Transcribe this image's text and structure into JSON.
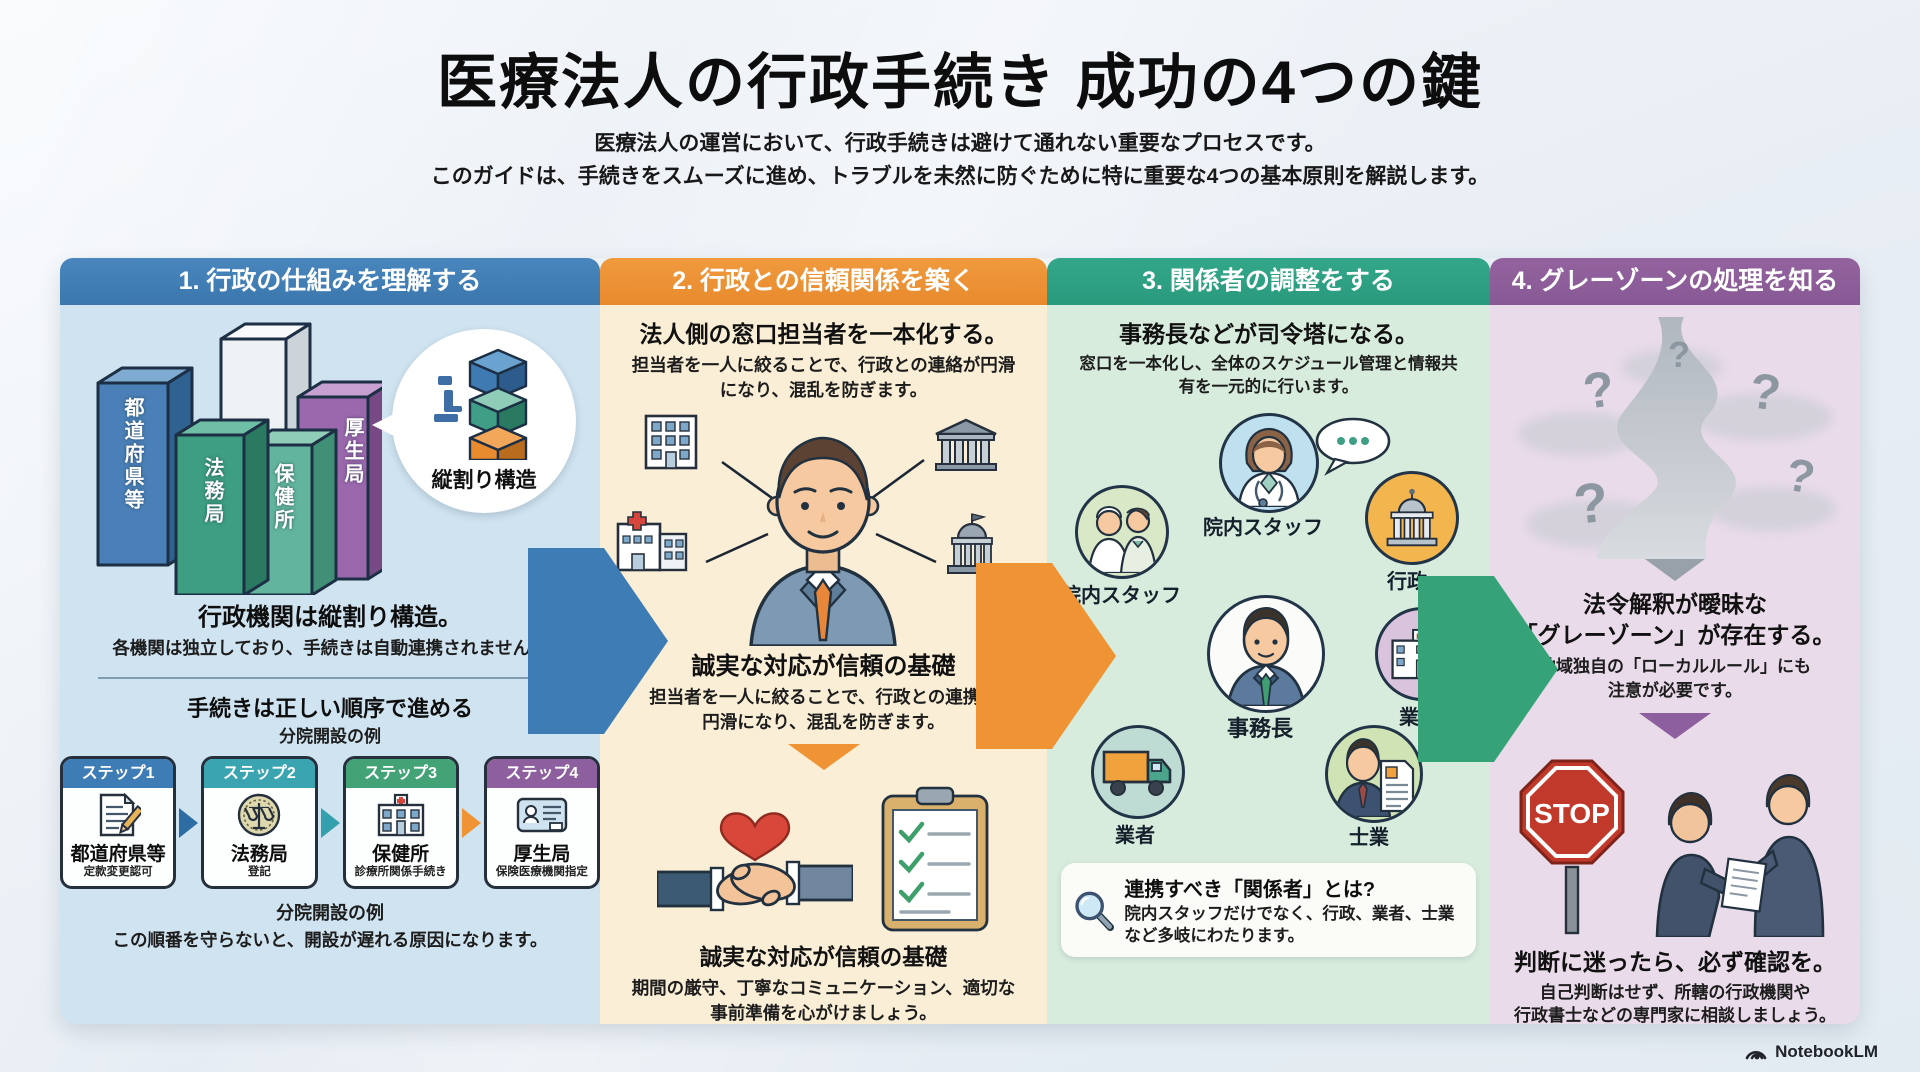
{
  "meta": {
    "brand": "NotebookLM"
  },
  "title": "医療法人の行政手続き 成功の4つの鍵",
  "subtitle": {
    "line1": "医療法人の運営において、行政手続きは避けて通れない重要なプロセスです。",
    "line2": "このガイドは、手続きをスムーズに進め、トラブルを未然に防ぐために特に重要な4つの基本原則を解説します。"
  },
  "colors": {
    "col1_header": "#3e7cb5",
    "col2_header": "#ef9334",
    "col3_header": "#2fa184",
    "col4_header": "#8d5f9e",
    "col1_bg": "#cfe3f0",
    "col2_bg": "#faeed6",
    "col3_bg": "#d8ecdd",
    "col4_bg": "#e9dbea",
    "stop_red": "#c0392b",
    "heart_red": "#d9473a",
    "tie_orange": "#e8873a"
  },
  "icons": {
    "callout_cubes": "stacked-cubes",
    "magnifier": "magnifying-glass",
    "speech_dots": "ellipsis-bubble",
    "stop": "stop-sign",
    "road": "winding-road"
  },
  "columns": [
    {
      "header": "1. 行政の仕組みを理解する",
      "pillars": [
        "都道府県等",
        "法務局",
        "保健所",
        "厚生局"
      ],
      "callout": "縦割り構造",
      "point1_title": "行政機関は縦割り構造。",
      "point1_body": "各機関は独立しており、手続きは自動連携されません。",
      "point2_title": "手続きは正しい順序で進める",
      "point2_sub": "分院開設の例",
      "steps": [
        {
          "label": "ステップ1",
          "name": "都道府県等",
          "desc": "定款変更認可"
        },
        {
          "label": "ステップ2",
          "name": "法務局",
          "desc": "登記"
        },
        {
          "label": "ステップ3",
          "name": "保健所",
          "desc": "診療所関係手続き"
        },
        {
          "label": "ステップ4",
          "name": "厚生局",
          "desc": "保険医療機関指定"
        }
      ],
      "footer_title": "分院開設の例",
      "footer_body": "この順番を守らないと、開設が遅れる原因になります。"
    },
    {
      "header": "2. 行政との信頼関係を築く",
      "point1_title": "法人側の窓口担当者を一本化する。",
      "point1_body": "担当者を一人に絞ることで、行政との連絡が円滑になり、混乱を防ぎます。",
      "point2_title": "誠実な対応が信頼の基礎",
      "point2_body": "担当者を一人に絞ることで、行政との連携が円滑になり、混乱を防ぎます。",
      "point3_title": "誠実な対応が信頼の基礎",
      "point3_body": "期間の厳守、丁寧なコミュニケーション、適切な事前準備を心がけましょう。"
    },
    {
      "header": "3. 関係者の調整をする",
      "point1_title": "事務長などが司令塔になる。",
      "point1_body": "窓口を一本化し、全体のスケジュール管理と情報共有を一元的に行います。",
      "labels": {
        "staff_left": "院内スタッフ",
        "staff_top": "院内スタッフ",
        "gov": "行政",
        "director": "事務長",
        "vendor_right": "業者",
        "vendor_left": "業者",
        "professional": "士業"
      },
      "box_title": "連携すべき「関係者」とは?",
      "box_body": "院内スタッフだけでなく、行政、業者、士業など多岐にわたります。"
    },
    {
      "header": "4. グレーゾーンの処理を知る",
      "question_glyph": "?",
      "point1_title_line1": "法令解釈が曖昧な",
      "point1_title_line2": "「グレーゾーン」が存在する。",
      "point1_body_line1": "地域独自の「ローカルルール」にも",
      "point1_body_line2": "注意が必要です。",
      "stop_sign": "STOP",
      "point2_title": "判断に迷ったら、必ず確認を。",
      "point2_body_line1": "自己判断はせず、所轄の行政機関や",
      "point2_body_line2": "行政書士などの専門家に相談しましょう。"
    }
  ]
}
